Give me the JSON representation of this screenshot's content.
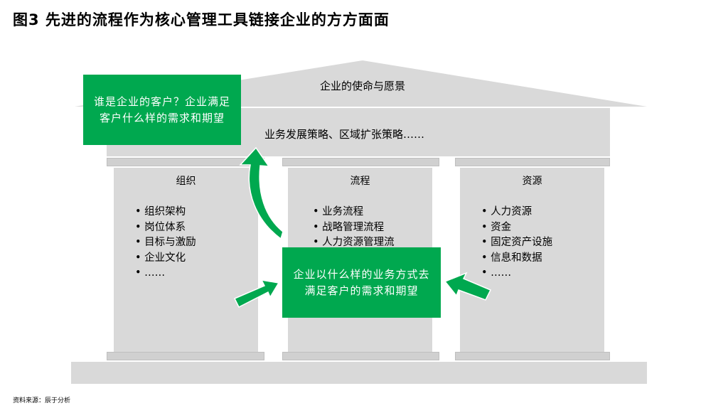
{
  "title": "图3 先进的流程作为核心管理工具链接企业的方方面面",
  "roof": {
    "mission": "企业的使命与愿景",
    "strategy": "业务发展策略、区域扩张策略……"
  },
  "pillars": [
    {
      "title": "组织",
      "items": [
        "组织架构",
        "岗位体系",
        "目标与激励",
        "企业文化",
        "……"
      ]
    },
    {
      "title": "流程",
      "items": [
        "业务流程",
        "战略管理流程",
        "人力资源管理流"
      ]
    },
    {
      "title": "资源",
      "items": [
        "人力资源",
        "资金",
        "固定资产设施",
        "信息和数据",
        "……"
      ]
    }
  ],
  "callouts": {
    "customer": [
      "谁是企业的客户？企业满足",
      "客户什么样的需求和期望"
    ],
    "business": [
      "企业以什么样的业务方式去",
      "满足客户的需求和期望"
    ]
  },
  "source": "资料来源：辰于分析",
  "colors": {
    "green": "#00a84f",
    "gray": "#d9d9d9"
  }
}
